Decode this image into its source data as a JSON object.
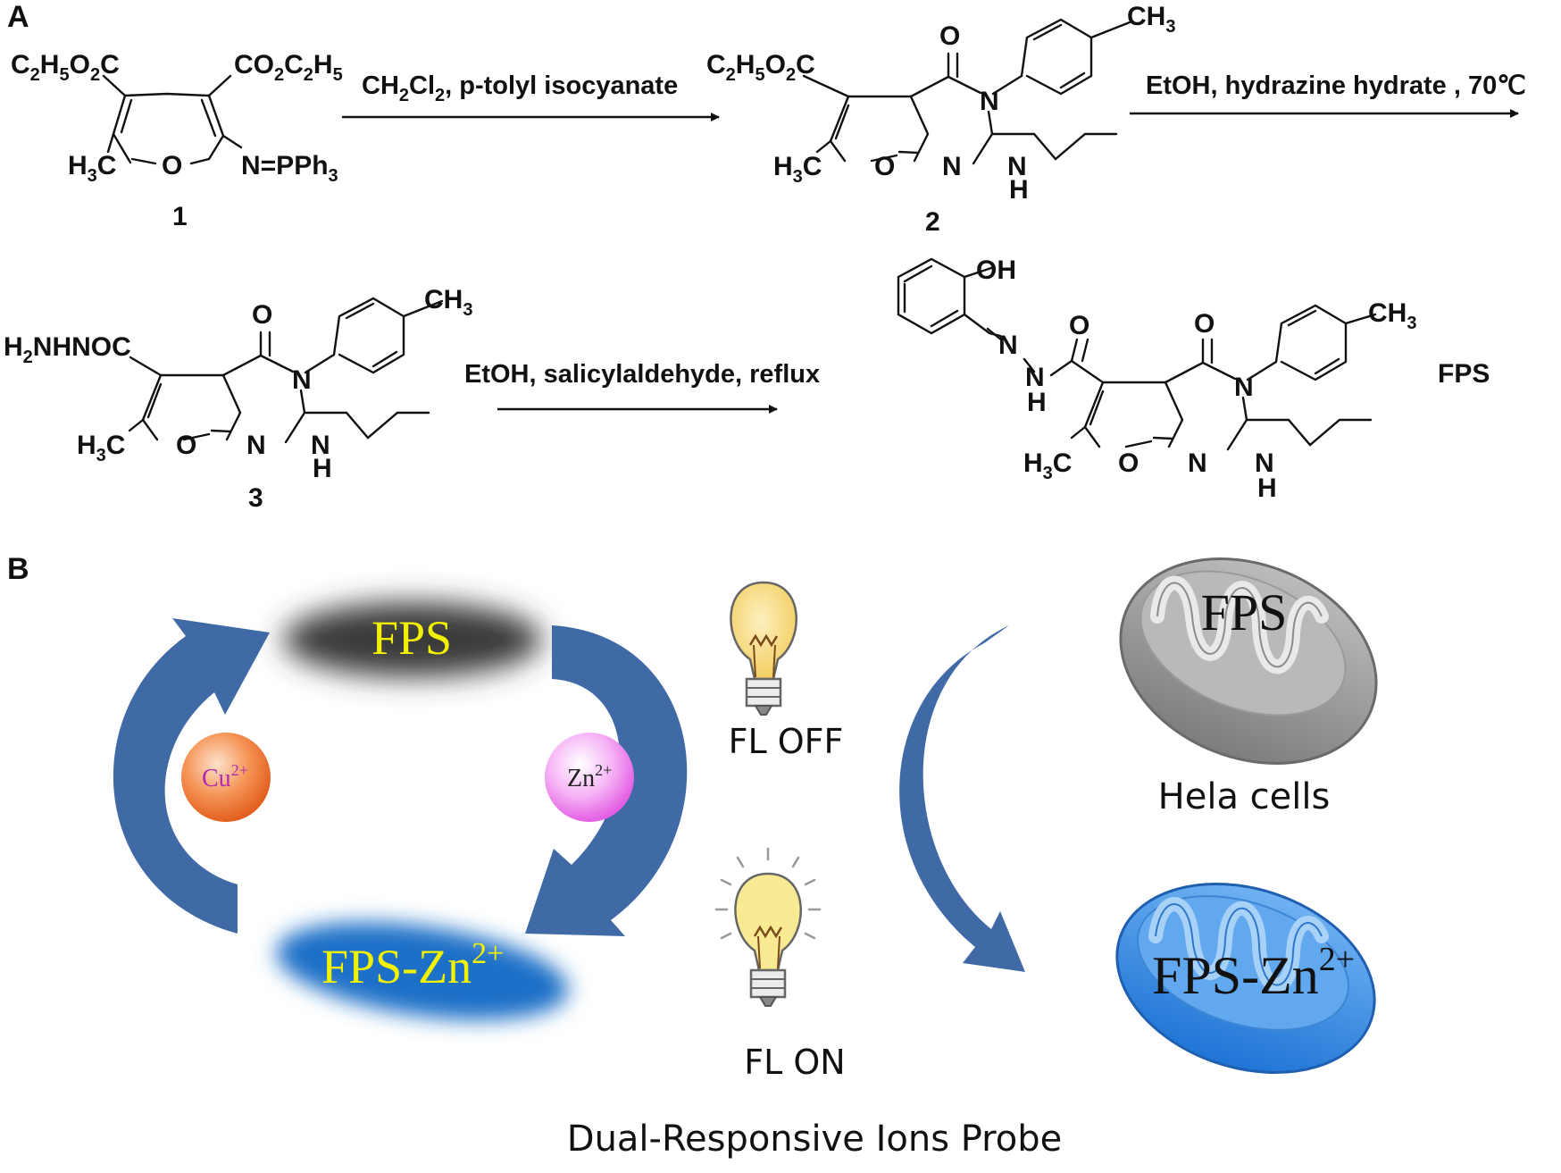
{
  "panel_a": {
    "label": "A",
    "compound_1": {
      "number": "1",
      "ester_left": [
        "C",
        "2",
        "H",
        "5",
        "O",
        "2",
        "C"
      ],
      "ester_right": [
        "CO",
        "2",
        "C",
        "2",
        "H",
        "5"
      ],
      "methyl": [
        "H",
        "3",
        "C"
      ],
      "ring_o": "O",
      "ylide": [
        "N=PPh",
        "3"
      ]
    },
    "step1": {
      "reagents": [
        "CH",
        "2",
        "Cl",
        "2",
        ", p-tolyl isocyanate"
      ]
    },
    "compound_2": {
      "number": "2",
      "ester": [
        "C",
        "2",
        "H",
        "5",
        "O",
        "2",
        "C"
      ],
      "carbonyl_o": "O",
      "n3": "N",
      "ch3": [
        "CH",
        "3"
      ],
      "methyl": [
        "H",
        "3",
        "C"
      ],
      "ring_o": "O",
      "n1": "N",
      "nh_n": "N",
      "nh_h": "H"
    },
    "step2": {
      "reagents": "EtOH, hydrazine hydrate , 70℃"
    },
    "compound_3": {
      "number": "3",
      "hydrazide": [
        "H",
        "2",
        "NHNOC"
      ],
      "carbonyl_o": "O",
      "n3": "N",
      "ch3": [
        "CH",
        "3"
      ],
      "methyl": [
        "H",
        "3",
        "C"
      ],
      "ring_o": "O",
      "n1": "N",
      "nh_n": "N",
      "nh_h": "H"
    },
    "step3": {
      "reagents": "EtOH, salicylaldehyde, reflux"
    },
    "product": {
      "name": "FPS",
      "oh": "OH",
      "imine_n": "N",
      "nh_n": "N",
      "nh_h": "H",
      "amide_o": "O",
      "carbonyl_o": "O",
      "n3": "N",
      "ch3": [
        "CH",
        "3"
      ],
      "methyl": [
        "H",
        "3",
        "C"
      ],
      "ring_o": "O",
      "n1": "N",
      "nh2_n": "N",
      "nh2_h": "H"
    }
  },
  "panel_b": {
    "label": "B",
    "fps_label": "FPS",
    "complex_label": [
      "FPS-Zn",
      "2+"
    ],
    "cu_ion": [
      "Cu",
      "2+"
    ],
    "zn_ion": [
      "Zn",
      "2+"
    ],
    "fl_off": "FL OFF",
    "fl_on": "FL ON",
    "cell_fps": "FPS",
    "cell_complex": [
      "FPS-Zn",
      "2+"
    ],
    "cells_label": "Hela cells",
    "caption": "Dual-Responsive Ions Probe"
  },
  "colors": {
    "arrow_blue": "#3f6aa6",
    "label_yellow": "#f2f200",
    "complex_blue": "#1d6fc7",
    "cu_orange": "#f07a3a",
    "zn_pink": "#f08af0",
    "bulb_yellow": "#f6d97a",
    "mito_gray": "#8f8f8f",
    "mito_blue": "#3d8ee6"
  },
  "icons": [
    "fluorescence-off-bulb-icon",
    "fluorescence-on-bulb-icon",
    "mitochondrion-icon"
  ]
}
